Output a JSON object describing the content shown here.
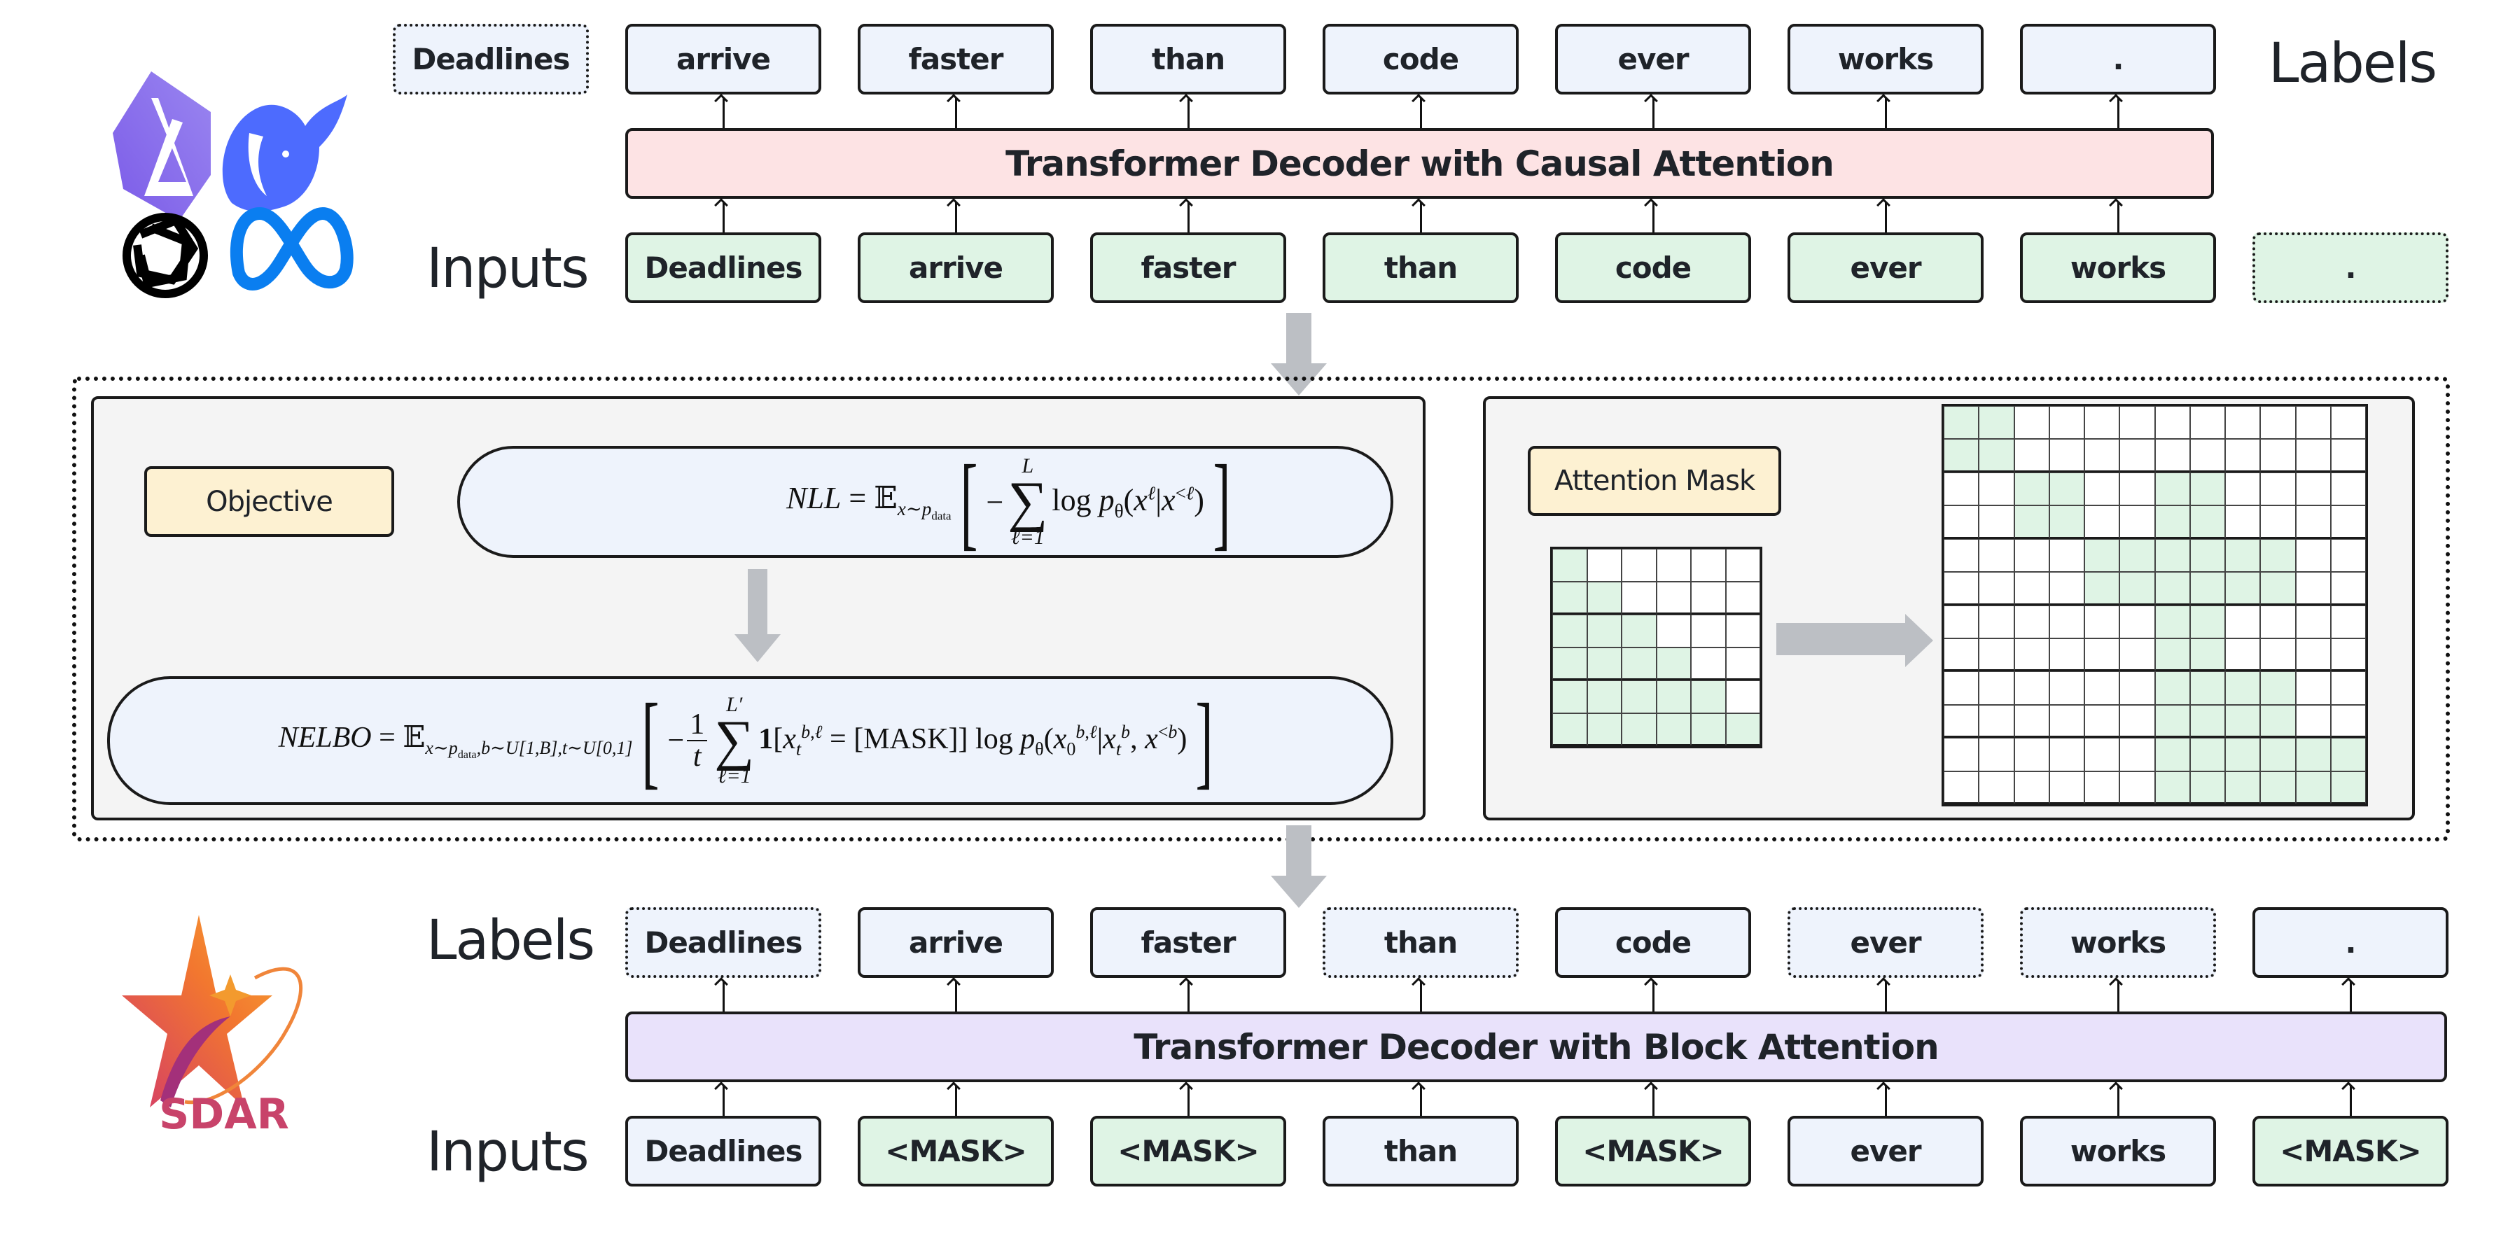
{
  "top": {
    "labels_title": "Labels",
    "inputs_title": "Inputs",
    "outside_label": "Deadlines",
    "labels": [
      "arrive",
      "faster",
      "than",
      "code",
      "ever",
      "works",
      "."
    ],
    "decoder_title": "Transformer Decoder with Causal Attention",
    "inputs": [
      "Deadlines",
      "arrive",
      "faster",
      "than",
      "code",
      "ever",
      "works"
    ],
    "outside_input": ".",
    "logos": [
      "qwen-logo",
      "deepseek-logo",
      "openai-logo",
      "meta-logo"
    ]
  },
  "objective": {
    "tag": "Objective",
    "nll": {
      "lhs": "NLL",
      "expect_sub": "x∼p",
      "expect_subsub": "data",
      "sum_upper": "L",
      "sum_lower": "ℓ=1",
      "body": "log p",
      "theta": "θ"
    },
    "nelbo": {
      "lhs": "NELBO",
      "expect_sub": "x∼p",
      "expect_subsub": "data",
      "expect_sub_rest": ",b∼U[1,B],t∼U[0,1]",
      "frac_num": "1",
      "frac_den": "t",
      "sum_upper": "L′",
      "sum_lower": "ℓ=1",
      "mask_token": "[MASK]",
      "theta": "θ"
    }
  },
  "attention": {
    "tag": "Attention Mask",
    "small_grid": {
      "rows": 6,
      "cols": 6,
      "on": [
        [
          0
        ],
        [
          0,
          1
        ],
        [
          0,
          1,
          2
        ],
        [
          0,
          1,
          2,
          3
        ],
        [
          0,
          1,
          2,
          3,
          4
        ],
        [
          0,
          1,
          2,
          3,
          4,
          5
        ]
      ]
    },
    "large_grid": {
      "rows": 12,
      "cols": 12,
      "on": [
        [
          0,
          1
        ],
        [
          0,
          1
        ],
        [
          2,
          3,
          6,
          7
        ],
        [
          2,
          3,
          6,
          7
        ],
        [
          4,
          5,
          6,
          7,
          8,
          9
        ],
        [
          4,
          5,
          6,
          7,
          8,
          9
        ],
        [
          6,
          7
        ],
        [
          6,
          7
        ],
        [
          6,
          7,
          8,
          9
        ],
        [
          6,
          7,
          8,
          9
        ],
        [
          6,
          7,
          8,
          9,
          10,
          11
        ],
        [
          6,
          7,
          8,
          9,
          10,
          11
        ]
      ]
    }
  },
  "bottom": {
    "labels_title": "Labels",
    "inputs_title": "Inputs",
    "labels": [
      {
        "text": "Deadlines",
        "dotted": true
      },
      {
        "text": "arrive",
        "dotted": false
      },
      {
        "text": "faster",
        "dotted": false
      },
      {
        "text": "than",
        "dotted": true
      },
      {
        "text": "code",
        "dotted": false
      },
      {
        "text": "ever",
        "dotted": true
      },
      {
        "text": "works",
        "dotted": true
      },
      {
        "text": ".",
        "dotted": false
      }
    ],
    "decoder_title": "Transformer Decoder with Block Attention",
    "inputs": [
      {
        "text": "Deadlines",
        "masked": false
      },
      {
        "text": "<MASK>",
        "masked": true
      },
      {
        "text": "<MASK>",
        "masked": true
      },
      {
        "text": "than",
        "masked": false
      },
      {
        "text": "<MASK>",
        "masked": true
      },
      {
        "text": "ever",
        "masked": false
      },
      {
        "text": "works",
        "masked": false
      },
      {
        "text": "<MASK>",
        "masked": true
      }
    ],
    "logo_text": "SDAR"
  },
  "colors": {
    "label_fill": "#eef3fc",
    "input_fill": "#dff4e5",
    "causal_fill": "#fde3e4",
    "block_fill": "#e9e2fb",
    "tag_fill": "#fdf1d2",
    "panel_fill": "#f4f4f4",
    "arrow_gray": "#bcbfc4"
  }
}
